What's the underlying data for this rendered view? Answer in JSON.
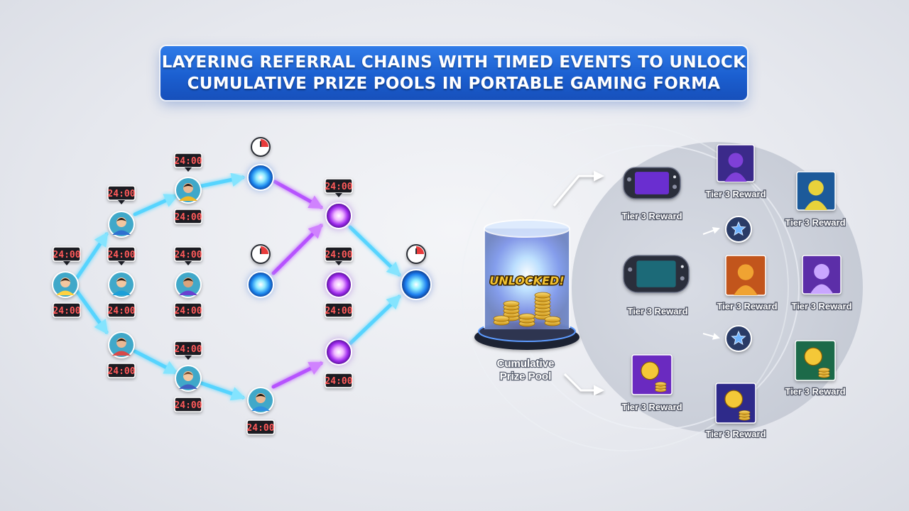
{
  "title": {
    "line1": "LAYERING REFERRAL CHAINS WITH TIMED EVENTS TO UNLOCK",
    "line2": "CUMULATIVE PRIZE POOLS IN PORTABLE GAMING FORMA"
  },
  "timer_text": "24:00",
  "unlocked_text": "UNLOCKED!",
  "pool_label": [
    "Cumulative",
    "Prize Pool"
  ],
  "reward_label": "Tier 3 Reward",
  "colors": {
    "cyan_flow": "#4fd3ff",
    "purple_flow": "#b44bff",
    "title_blue": "#1f66d6",
    "gold": "#f2c230",
    "reward_panel": "#c9ced9"
  },
  "icons": {
    "person": "person-avatar-icon",
    "clock": "stopwatch-icon",
    "console": "handheld-console-icon",
    "star": "star-badge-icon",
    "coins": "gold-coins-icon",
    "hero": "hero-card-icon"
  }
}
